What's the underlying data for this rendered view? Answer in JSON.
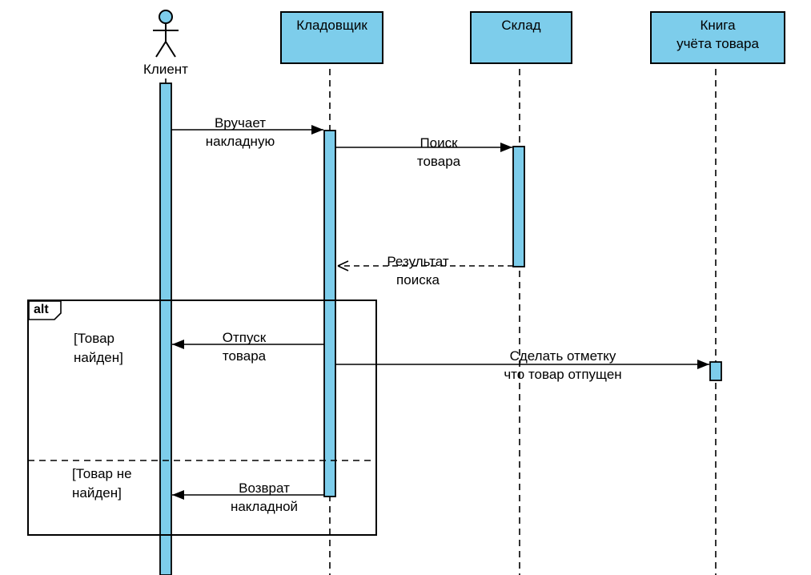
{
  "diagram": {
    "type": "UML sequence diagram",
    "fill_color": "#7DCDEB",
    "line_color": "#000000",
    "background": "#FFFFFF"
  },
  "lifelines": [
    {
      "id": "client",
      "kind": "actor",
      "label": "Клиент"
    },
    {
      "id": "storekeeper",
      "kind": "object",
      "label": "Кладовщик"
    },
    {
      "id": "warehouse",
      "kind": "object",
      "label": "Склад"
    },
    {
      "id": "book",
      "kind": "object",
      "label": "Книга учёта товара",
      "lines": [
        "Книга",
        "учёта товара"
      ]
    }
  ],
  "messages": [
    {
      "from": "Клиент",
      "to": "Кладовщик",
      "label": "Вручает накладную",
      "lines": [
        "Вручает",
        "накладную"
      ],
      "arrow": "solid-filled"
    },
    {
      "from": "Кладовщик",
      "to": "Склад",
      "label": "Поиск товара",
      "lines": [
        "Поиск",
        "товара"
      ],
      "arrow": "solid-filled"
    },
    {
      "from": "Склад",
      "to": "Кладовщик",
      "label": "Результат поиска",
      "lines": [
        "Результат",
        "поиска"
      ],
      "arrow": "dashed-open"
    },
    {
      "from": "Кладовщик",
      "to": "Клиент",
      "label": "Отпуск товара",
      "lines": [
        "Отпуск",
        "товара"
      ],
      "arrow": "solid-filled"
    },
    {
      "from": "Кладовщик",
      "to": "Книга учёта товара",
      "label": "Сделать отметку что товар отпущен",
      "lines": [
        "Сделать отметку",
        "что товар отпущен"
      ],
      "arrow": "solid-filled"
    },
    {
      "from": "Кладовщик",
      "to": "Клиент",
      "label": "Возврат накладной",
      "lines": [
        "Возврат",
        "накладной"
      ],
      "arrow": "solid-filled"
    }
  ],
  "alt_frame": {
    "operator": "alt",
    "guards": [
      {
        "label": "[Товар найден]",
        "lines": [
          "[Товар",
          "найден]"
        ]
      },
      {
        "label": "[Товар не найден]",
        "lines": [
          "[Товар не",
          "найден]"
        ]
      }
    ]
  }
}
